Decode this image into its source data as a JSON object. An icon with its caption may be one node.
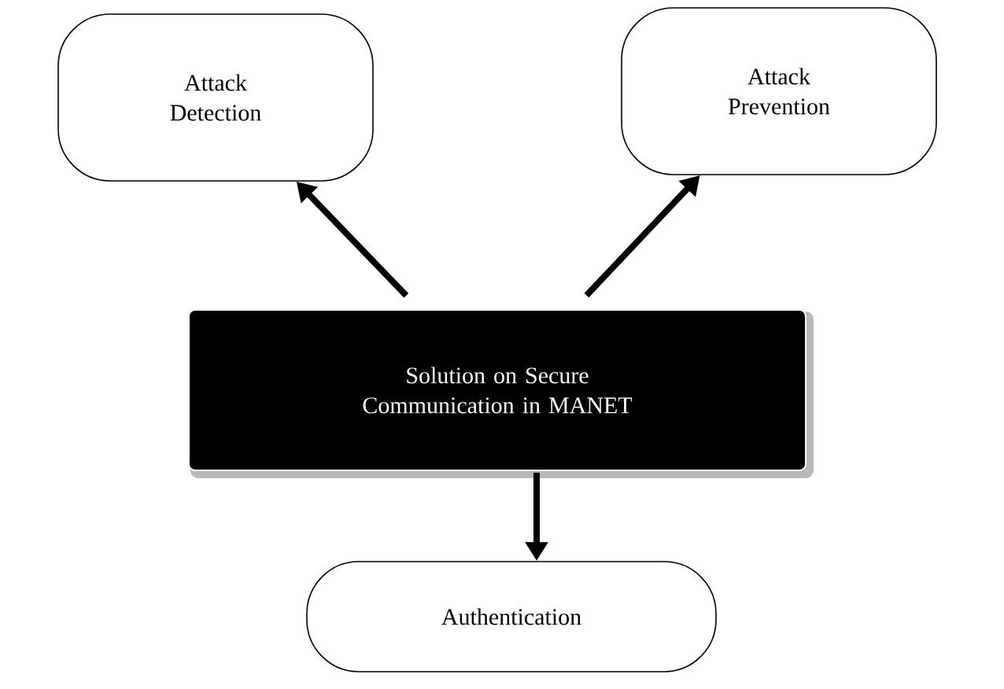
{
  "diagram": {
    "nodes": [
      {
        "text": [
          "Solution on Secure Communication in MANET"
        ]
      },
      {
        "text": [
          "Attack Detection"
        ]
      },
      {
        "text": [
          "Attack Prevention"
        ]
      },
      {
        "text": [
          "Authentication"
        ]
      }
    ],
    "edges": [
      {
        "from": 0,
        "to": 1,
        "arrow": "to"
      },
      {
        "from": 0,
        "to": 2,
        "arrow": "to"
      },
      {
        "from": 0,
        "to": 3,
        "arrow": "to"
      }
    ]
  }
}
